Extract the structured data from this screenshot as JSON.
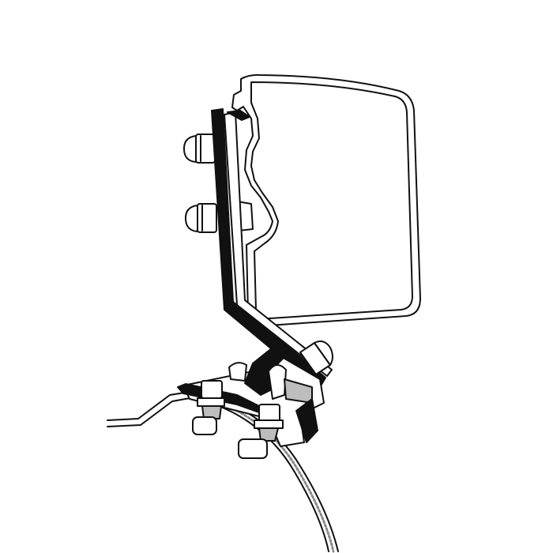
{
  "diagram": {
    "colors": {
      "background": "#ffffff",
      "line": "#111111",
      "bracket_fill": "#111111",
      "part_fill": "#ffffff",
      "shade": "#bdbdbd"
    },
    "parts": [
      "awning-cassette",
      "adapter-bracket",
      "bolts",
      "vehicle-roof-profile",
      "clamp"
    ]
  }
}
